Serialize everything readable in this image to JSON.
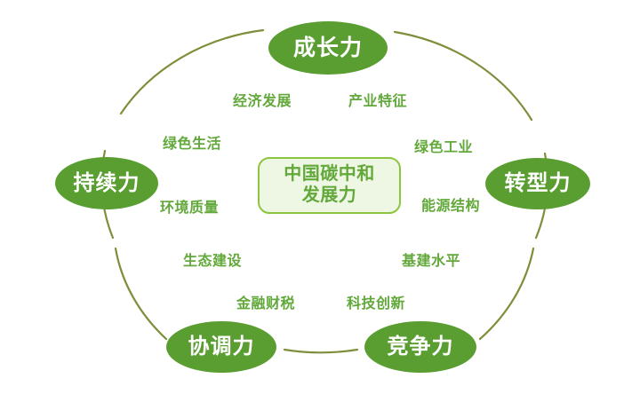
{
  "diagram": {
    "title": "中国碳中和发展力",
    "center": {
      "line1": "中国碳中和",
      "line2": "发展力"
    },
    "colors": {
      "node_fill": "#5a9e32",
      "node_text": "#ffffff",
      "arc": "#7d8f3a",
      "center_fill": "#eef7e4",
      "center_border": "#8cc63f",
      "label_text": "#62a83a",
      "background": "#ffffff"
    },
    "nodes": [
      {
        "id": "top",
        "label": "成长力"
      },
      {
        "id": "right",
        "label": "转型力"
      },
      {
        "id": "bottom-right",
        "label": "竞争力"
      },
      {
        "id": "bottom-left",
        "label": "协调力"
      },
      {
        "id": "left",
        "label": "持续力"
      }
    ],
    "factors": [
      {
        "label": "经济发展"
      },
      {
        "label": "产业特征"
      },
      {
        "label": "绿色生活"
      },
      {
        "label": "绿色工业"
      },
      {
        "label": "环境质量"
      },
      {
        "label": "能源结构"
      },
      {
        "label": "生态建设"
      },
      {
        "label": "基建水平"
      },
      {
        "label": "金融财税"
      },
      {
        "label": "科技创新"
      }
    ]
  }
}
